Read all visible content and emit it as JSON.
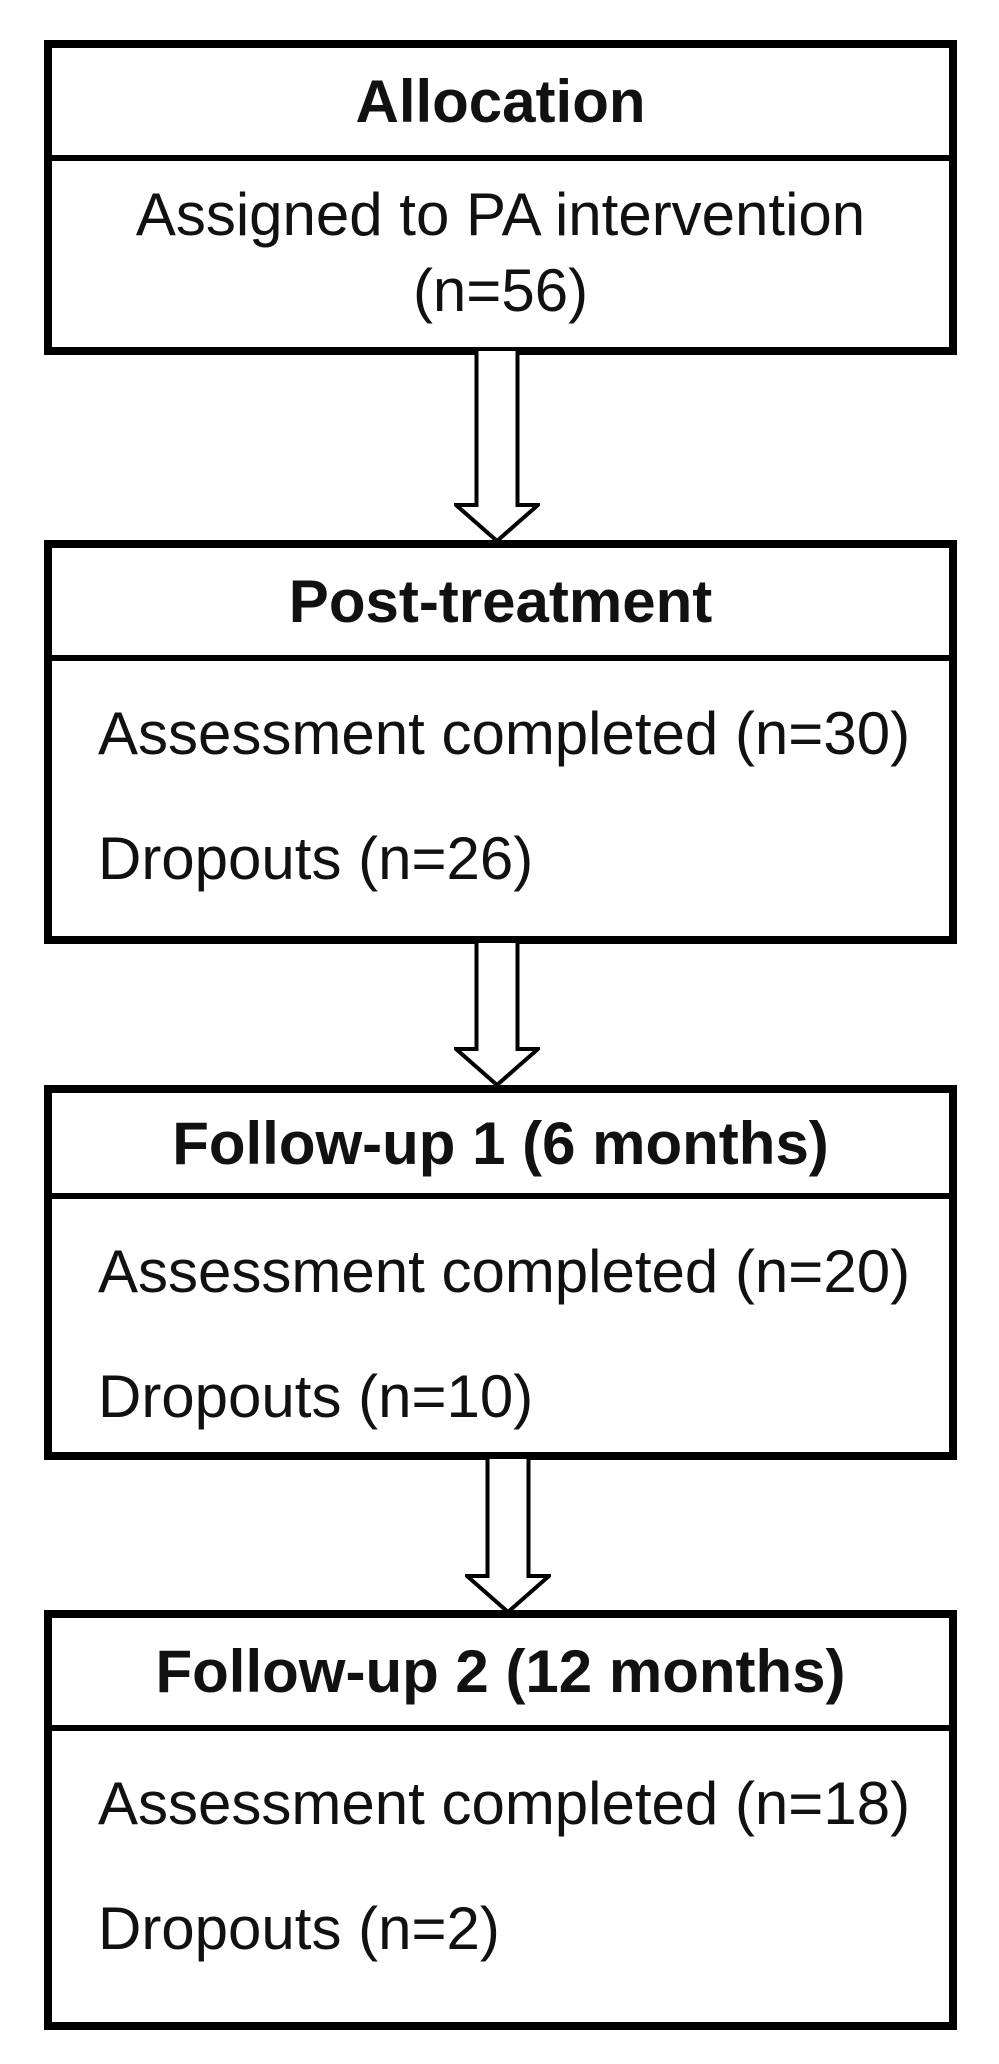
{
  "diagram": {
    "type": "participant-flowchart",
    "colors": {
      "border": "#000000",
      "background": "#ffffff",
      "text": "#111111",
      "arrow_fill": "#ffffff",
      "arrow_stroke": "#000000"
    },
    "stages": [
      {
        "header": "Allocation",
        "body": [
          "Assigned to PA intervention (n=56)"
        ]
      },
      {
        "header": "Post-treatment",
        "body": [
          "Assessment completed (n=30)",
          "Dropouts (n=26)"
        ]
      },
      {
        "header": "Follow-up 1 (6 months)",
        "body": [
          "Assessment completed (n=20)",
          "Dropouts (n=10)"
        ]
      },
      {
        "header": "Follow-up 2 (12 months)",
        "body": [
          "Assessment completed (n=18)",
          "Dropouts (n=2)"
        ]
      }
    ],
    "connectors": [
      {
        "from": "Allocation",
        "to": "Post-treatment"
      },
      {
        "from": "Post-treatment",
        "to": "Follow-up 1 (6 months)"
      },
      {
        "from": "Follow-up 1 (6 months)",
        "to": "Follow-up 2 (12 months)"
      }
    ]
  }
}
